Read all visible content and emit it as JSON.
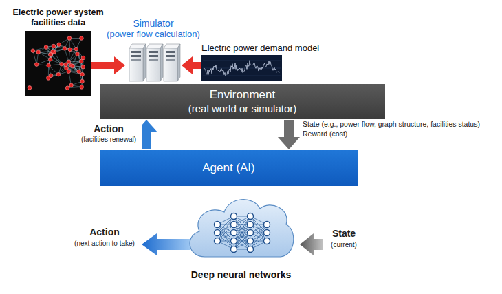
{
  "diagram": {
    "nodes": [
      {
        "text": [
          "Electric power system facilities data"
        ]
      },
      {
        "text": [
          "Simulator",
          "(power flow calculation)"
        ]
      },
      {
        "text": [
          "Electric power demand model"
        ]
      },
      {
        "text": [
          "Environment",
          "(real world or simulator)"
        ]
      },
      {
        "text": [
          "Agent (AI)"
        ]
      },
      {
        "text": [
          "Deep neural networks"
        ]
      }
    ],
    "edges": [
      {
        "from": 0,
        "to": 1,
        "arrow": "to"
      },
      {
        "from": 2,
        "to": 1,
        "arrow": "to"
      },
      {
        "from": 4,
        "to": 3,
        "label": "Action (facilities renewal)",
        "arrow": "to"
      },
      {
        "from": 3,
        "to": 4,
        "label": "State (e.g., power flow, graph structure, facilities status) Reward (cost)",
        "arrow": "to"
      }
    ],
    "labels": [
      "Action",
      "(next action to take)",
      "State",
      "(current)"
    ]
  }
}
